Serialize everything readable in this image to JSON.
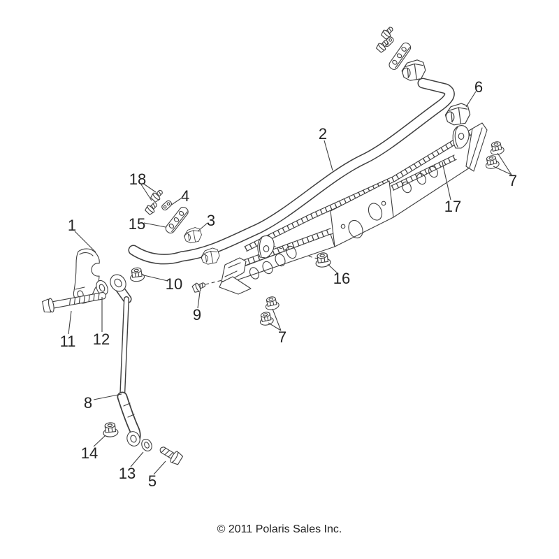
{
  "diagram": {
    "copyright": "© 2011 Polaris Sales Inc.",
    "callouts": [
      {
        "label": "1"
      },
      {
        "label": "2"
      },
      {
        "label": "3"
      },
      {
        "label": "4"
      },
      {
        "label": "5"
      },
      {
        "label": "6"
      },
      {
        "label": "7"
      },
      {
        "label": "7"
      },
      {
        "label": "8"
      },
      {
        "label": "9"
      },
      {
        "label": "10"
      },
      {
        "label": "11"
      },
      {
        "label": "12"
      },
      {
        "label": "13"
      },
      {
        "label": "14"
      },
      {
        "label": "15"
      },
      {
        "label": "16"
      },
      {
        "label": "17"
      },
      {
        "label": "18"
      }
    ]
  },
  "colors": {
    "line_color": "#3f3f3f",
    "label_color": "#232323",
    "background": "#ffffff"
  }
}
